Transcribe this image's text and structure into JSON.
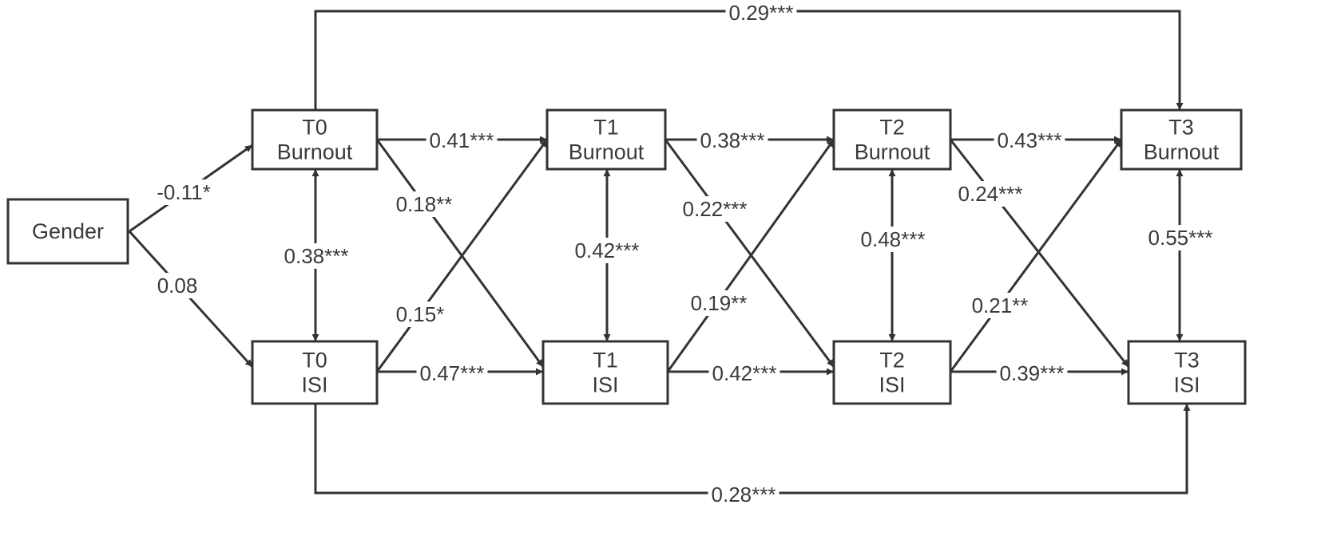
{
  "diagram": {
    "line_color": "#333333",
    "nodes": {
      "gender": {
        "lines": [
          "Gender"
        ]
      },
      "t0_burnout": {
        "lines": [
          "T0",
          "Burnout"
        ]
      },
      "t0_isi": {
        "lines": [
          "T0",
          "ISI"
        ]
      },
      "t1_burnout": {
        "lines": [
          "T1",
          "Burnout"
        ]
      },
      "t1_isi": {
        "lines": [
          "T1",
          "ISI"
        ]
      },
      "t2_burnout": {
        "lines": [
          "T2",
          "Burnout"
        ]
      },
      "t2_isi": {
        "lines": [
          "T2",
          "ISI"
        ]
      },
      "t3_burnout": {
        "lines": [
          "T3",
          "Burnout"
        ]
      },
      "t3_isi": {
        "lines": [
          "T3",
          "ISI"
        ]
      }
    },
    "paths": [
      {
        "from": "gender",
        "to": "t0_burnout",
        "label": "-0.11*"
      },
      {
        "from": "gender",
        "to": "t0_isi",
        "label": "0.08"
      },
      {
        "from": "t0_burnout",
        "to": "t0_isi",
        "label": "0.38***",
        "bidirectional": true
      },
      {
        "from": "t0_burnout",
        "to": "t1_burnout",
        "label": "0.41***"
      },
      {
        "from": "t0_burnout",
        "to": "t1_isi",
        "label": "0.18**"
      },
      {
        "from": "t0_isi",
        "to": "t1_burnout",
        "label": "0.15*"
      },
      {
        "from": "t0_isi",
        "to": "t1_isi",
        "label": "0.47***"
      },
      {
        "from": "t1_burnout",
        "to": "t1_isi",
        "label": "0.42***",
        "bidirectional": true
      },
      {
        "from": "t1_burnout",
        "to": "t2_burnout",
        "label": "0.38***"
      },
      {
        "from": "t1_burnout",
        "to": "t2_isi",
        "label": "0.22***"
      },
      {
        "from": "t1_isi",
        "to": "t2_burnout",
        "label": "0.19**"
      },
      {
        "from": "t1_isi",
        "to": "t2_isi",
        "label": "0.42***"
      },
      {
        "from": "t2_burnout",
        "to": "t2_isi",
        "label": "0.48***",
        "bidirectional": true
      },
      {
        "from": "t2_burnout",
        "to": "t3_burnout",
        "label": "0.43***"
      },
      {
        "from": "t2_burnout",
        "to": "t3_isi",
        "label": "0.24***"
      },
      {
        "from": "t2_isi",
        "to": "t3_burnout",
        "label": "0.21**"
      },
      {
        "from": "t2_isi",
        "to": "t3_isi",
        "label": "0.39***"
      },
      {
        "from": "t3_burnout",
        "to": "t3_isi",
        "label": "0.55***",
        "bidirectional": true
      },
      {
        "from": "t0_burnout",
        "to": "t3_burnout",
        "label": "0.29***"
      },
      {
        "from": "t0_isi",
        "to": "t3_isi",
        "label": "0.28***"
      }
    ]
  }
}
